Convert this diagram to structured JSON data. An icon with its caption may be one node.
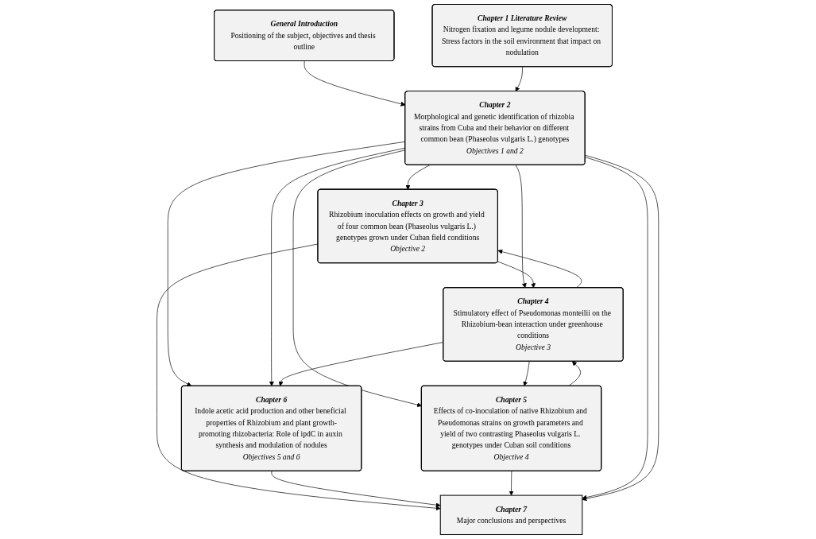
{
  "diagram": {
    "nodes": [
      {
        "text": [
          "General Introduction",
          "Positioning of the subject, objectives and thesis outline"
        ]
      },
      {
        "text": [
          "Chapter 1 Literature Review",
          "Nitrogen fixation and legume nodule development: Stress factors in the soil environment that impact on nodulation"
        ]
      },
      {
        "text": [
          "Chapter 2",
          "Morphological and genetic identification of rhizobia strains from Cuba and their behavior on different common bean (Phaseolus vulgaris L.) genotypes",
          "Objectives 1 and 2"
        ]
      },
      {
        "text": [
          "Chapter 3",
          "Rhizobium inoculation effects on growth and yield of four common bean (Phaseolus vulgaris L.) genotypes grown under Cuban field conditions",
          "Objective 2"
        ]
      },
      {
        "text": [
          "Chapter 4",
          "Stimulatory effect of Pseudomonas monteilii on the Rhizobium-bean interaction under greenhouse conditions",
          "Objective 3"
        ]
      },
      {
        "text": [
          "Chapter 5",
          "Effects of co-inoculation of native Rhizobium and Pseudomonas strains on growth parameters and yield of two contrasting Phaseolus vulgaris L. genotypes under Cuban soil conditions",
          "Objective 4"
        ]
      },
      {
        "text": [
          "Chapter 6",
          "Indole acetic acid production and other beneficial properties of Rhizobium and plant growth-promoting rhizobacteria: Role of ipdC in auxin synthesis and modulation of nodules",
          "Objectives 5 and 6"
        ]
      },
      {
        "text": [
          "Chapter 7",
          "Major conclusions and perspectives"
        ]
      }
    ],
    "edges": [
      {
        "from": 0,
        "to": 2,
        "arrow": "to"
      },
      {
        "from": 1,
        "to": 2,
        "arrow": "to"
      },
      {
        "from": 2,
        "to": 3,
        "arrow": "to"
      },
      {
        "from": 2,
        "to": 6,
        "arrow": "to"
      },
      {
        "from": 2,
        "to": 4,
        "arrow": "to"
      },
      {
        "from": 2,
        "to": 6,
        "arrow": "to"
      },
      {
        "from": 2,
        "to": 5,
        "arrow": "to"
      },
      {
        "from": 3,
        "to": 4,
        "arrow": "to"
      },
      {
        "from": 4,
        "to": 3,
        "arrow": "to"
      },
      {
        "from": 4,
        "to": 5,
        "arrow": "to"
      },
      {
        "from": 5,
        "to": 4,
        "arrow": "to"
      },
      {
        "from": 4,
        "to": 6,
        "arrow": "to"
      },
      {
        "from": 3,
        "to": 7,
        "arrow": "to"
      },
      {
        "from": 6,
        "to": 7,
        "arrow": "to"
      },
      {
        "from": 5,
        "to": 7,
        "arrow": "to"
      },
      {
        "from": 2,
        "to": 7,
        "arrow": "to"
      },
      {
        "from": 2,
        "to": 7,
        "arrow": "to"
      }
    ]
  }
}
